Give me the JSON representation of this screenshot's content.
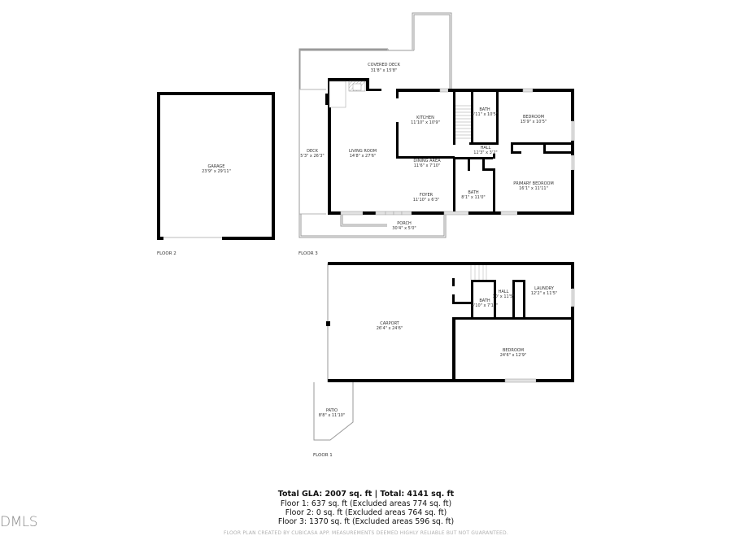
{
  "floors": {
    "floor2": {
      "label": "FLOOR 2",
      "rooms": [
        {
          "name": "GARAGE",
          "size": "23'9\" x 29'11\""
        }
      ]
    },
    "floor3": {
      "label": "FLOOR 3",
      "rooms": [
        {
          "name": "COVERED DECK",
          "size": "31'8\" x 15'8\""
        },
        {
          "name": "KITCHEN",
          "size": "11'10\" x 10'9\""
        },
        {
          "name": "BATH",
          "size": "4'11\" x 10'5\""
        },
        {
          "name": "BEDROOM",
          "size": "15'9\" x 10'5\""
        },
        {
          "name": "DECK",
          "size": "5'3\" x 26'3\""
        },
        {
          "name": "LIVING ROOM",
          "size": "14'8\" x 27'6\""
        },
        {
          "name": "HALL",
          "size": "12'3\" x 3'2\""
        },
        {
          "name": "DINING AREA",
          "size": "11'6\" x 7'10\""
        },
        {
          "name": "PRIMARY BEDROOM",
          "size": "16'1\" x 11'11\""
        },
        {
          "name": "BATH",
          "size": "8'1\" x 11'0\""
        },
        {
          "name": "FOYER",
          "size": "11'10\" x 6'3\""
        },
        {
          "name": "PORCH",
          "size": "30'4\" x 5'0\""
        }
      ]
    },
    "floor1": {
      "label": "FLOOR 1",
      "rooms": [
        {
          "name": "LAUNDRY",
          "size": "12'2\" x 11'5\""
        },
        {
          "name": "HALL",
          "size": "10' x 11'5\""
        },
        {
          "name": "BATH",
          "size": "4'10\" x 7'11\""
        },
        {
          "name": "CARPORT",
          "size": "26'4\" x 24'6\""
        },
        {
          "name": "BEDROOM",
          "size": "24'6\" x 12'9\""
        },
        {
          "name": "PATIO",
          "size": "8'8\" x 11'10\""
        }
      ]
    }
  },
  "summary": {
    "title": "Total GLA: 2007 sq. ft | Total: 4141 sq. ft",
    "lines": [
      "Floor 1: 637 sq. ft (Excluded areas 774 sq. ft)",
      "Floor 2: 0 sq. ft (Excluded areas 764 sq. ft)",
      "Floor 3: 1370 sq. ft (Excluded areas 596 sq. ft)"
    ]
  },
  "disclaimer": "FLOOR PLAN CREATED BY CUBICASA APP. MEASUREMENTS DEEMED HIGHLY RELIABLE BUT NOT GUARANTEED.",
  "logo": "DMLS"
}
